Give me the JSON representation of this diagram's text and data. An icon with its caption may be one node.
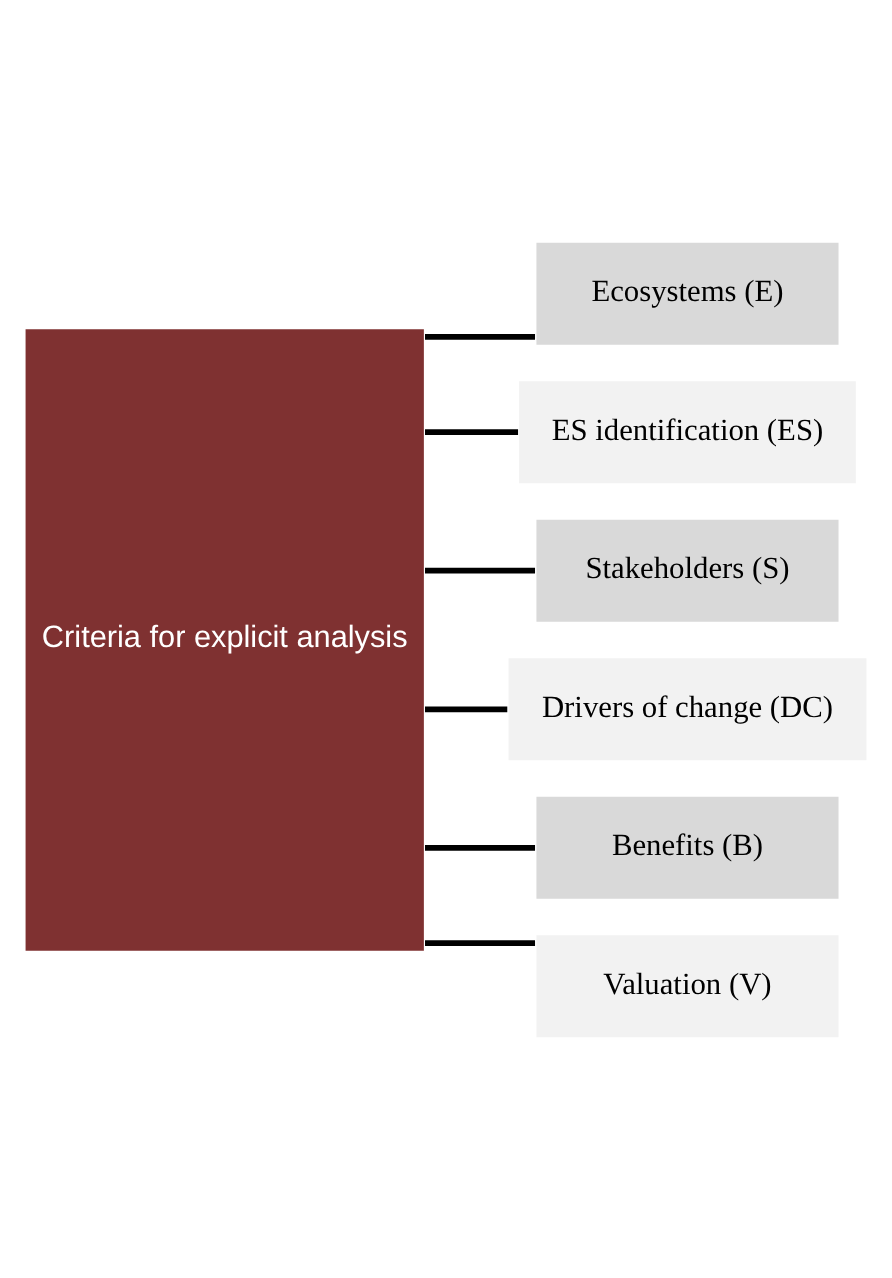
{
  "diagram": {
    "nodes": [
      {
        "text": [
          "Criteria for explicit analysis"
        ]
      },
      {
        "text": [
          "Ecosystems (E)"
        ]
      },
      {
        "text": [
          "ES identification (ES)"
        ]
      },
      {
        "text": [
          "Stakeholders (S)"
        ]
      },
      {
        "text": [
          "Drivers of change (DC)"
        ]
      },
      {
        "text": [
          "Benefits (B)"
        ]
      },
      {
        "text": [
          "Valuation (V)"
        ]
      }
    ],
    "edges": [
      {
        "from": 0,
        "to": 1,
        "arrow": "none"
      },
      {
        "from": 0,
        "to": 2,
        "arrow": "none"
      },
      {
        "from": 0,
        "to": 3,
        "arrow": "none"
      },
      {
        "from": 0,
        "to": 4,
        "arrow": "none"
      },
      {
        "from": 0,
        "to": 5,
        "arrow": "none"
      },
      {
        "from": 0,
        "to": 6,
        "arrow": "none"
      }
    ]
  }
}
